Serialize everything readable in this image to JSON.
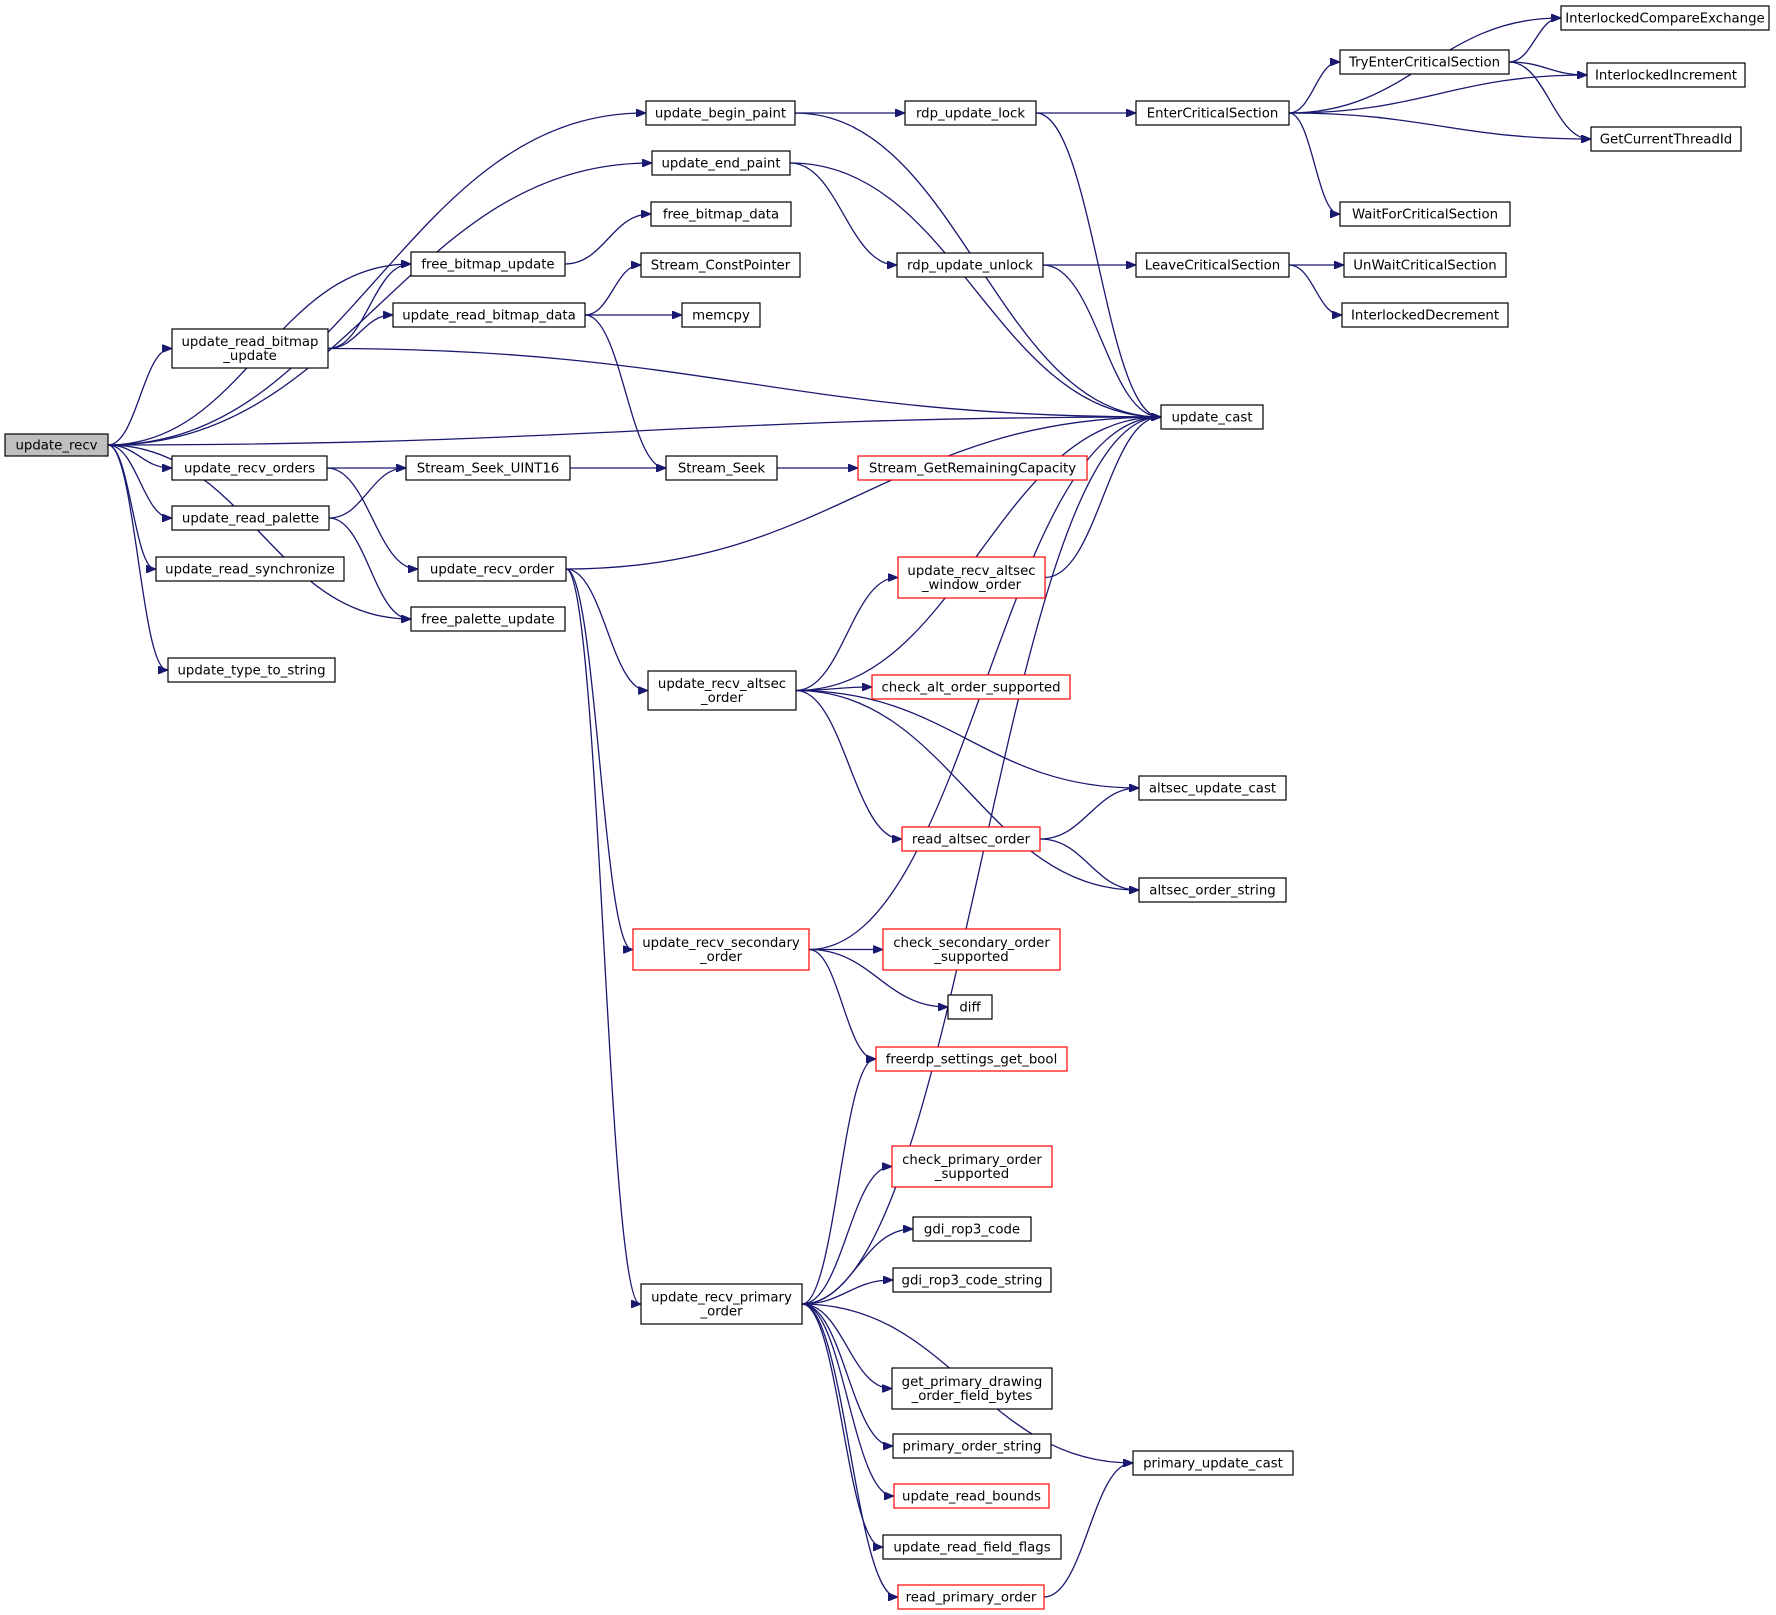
{
  "nodes": [
    {
      "id": "update_recv",
      "lines": [
        "update_recv"
      ],
      "style": "root"
    },
    {
      "id": "update_begin_paint",
      "lines": [
        "update_begin_paint"
      ],
      "style": "normal"
    },
    {
      "id": "update_end_paint",
      "lines": [
        "update_end_paint"
      ],
      "style": "normal"
    },
    {
      "id": "free_bitmap_update",
      "lines": [
        "free_bitmap_update"
      ],
      "style": "normal"
    },
    {
      "id": "update_read_bitmap_update",
      "lines": [
        "update_read_bitmap",
        "_update"
      ],
      "style": "normal"
    },
    {
      "id": "update_cast",
      "lines": [
        "update_cast"
      ],
      "style": "normal"
    },
    {
      "id": "update_recv_orders",
      "lines": [
        "update_recv_orders"
      ],
      "style": "normal"
    },
    {
      "id": "update_read_palette",
      "lines": [
        "update_read_palette"
      ],
      "style": "normal"
    },
    {
      "id": "update_read_synchronize",
      "lines": [
        "update_read_synchronize"
      ],
      "style": "normal"
    },
    {
      "id": "free_palette_update",
      "lines": [
        "free_palette_update"
      ],
      "style": "normal"
    },
    {
      "id": "update_type_to_string",
      "lines": [
        "update_type_to_string"
      ],
      "style": "normal"
    },
    {
      "id": "rdp_update_lock",
      "lines": [
        "rdp_update_lock"
      ],
      "style": "normal"
    },
    {
      "id": "EnterCriticalSection",
      "lines": [
        "EnterCriticalSection"
      ],
      "style": "normal"
    },
    {
      "id": "InterlockedCompareExchange",
      "lines": [
        "InterlockedCompareExchange"
      ],
      "style": "normal"
    },
    {
      "id": "TryEnterCriticalSection",
      "lines": [
        "TryEnterCriticalSection"
      ],
      "style": "normal"
    },
    {
      "id": "InterlockedIncrement",
      "lines": [
        "InterlockedIncrement"
      ],
      "style": "normal"
    },
    {
      "id": "GetCurrentThreadId",
      "lines": [
        "GetCurrentThreadId"
      ],
      "style": "normal"
    },
    {
      "id": "WaitForCriticalSection",
      "lines": [
        "WaitForCriticalSection"
      ],
      "style": "normal"
    },
    {
      "id": "free_bitmap_data",
      "lines": [
        "free_bitmap_data"
      ],
      "style": "normal"
    },
    {
      "id": "Stream_ConstPointer",
      "lines": [
        "Stream_ConstPointer"
      ],
      "style": "normal"
    },
    {
      "id": "update_read_bitmap_data",
      "lines": [
        "update_read_bitmap_data"
      ],
      "style": "normal"
    },
    {
      "id": "memcpy",
      "lines": [
        "memcpy"
      ],
      "style": "normal"
    },
    {
      "id": "rdp_update_unlock",
      "lines": [
        "rdp_update_unlock"
      ],
      "style": "normal"
    },
    {
      "id": "LeaveCriticalSection",
      "lines": [
        "LeaveCriticalSection"
      ],
      "style": "normal"
    },
    {
      "id": "UnWaitCriticalSection",
      "lines": [
        "UnWaitCriticalSection"
      ],
      "style": "normal"
    },
    {
      "id": "InterlockedDecrement",
      "lines": [
        "InterlockedDecrement"
      ],
      "style": "normal"
    },
    {
      "id": "Stream_Seek_UINT16",
      "lines": [
        "Stream_Seek_UINT16"
      ],
      "style": "normal"
    },
    {
      "id": "Stream_Seek",
      "lines": [
        "Stream_Seek"
      ],
      "style": "normal"
    },
    {
      "id": "Stream_GetRemainingCapacity",
      "lines": [
        "Stream_GetRemainingCapacity"
      ],
      "style": "red"
    },
    {
      "id": "update_recv_order",
      "lines": [
        "update_recv_order"
      ],
      "style": "normal"
    },
    {
      "id": "update_recv_altsec_window_order",
      "lines": [
        "update_recv_altsec",
        "_window_order"
      ],
      "style": "red"
    },
    {
      "id": "update_recv_altsec_order",
      "lines": [
        "update_recv_altsec",
        "_order"
      ],
      "style": "normal"
    },
    {
      "id": "check_alt_order_supported",
      "lines": [
        "check_alt_order_supported"
      ],
      "style": "red"
    },
    {
      "id": "altsec_update_cast",
      "lines": [
        "altsec_update_cast"
      ],
      "style": "normal"
    },
    {
      "id": "read_altsec_order",
      "lines": [
        "read_altsec_order"
      ],
      "style": "red"
    },
    {
      "id": "altsec_order_string",
      "lines": [
        "altsec_order_string"
      ],
      "style": "normal"
    },
    {
      "id": "update_recv_secondary_order",
      "lines": [
        "update_recv_secondary",
        "_order"
      ],
      "style": "red"
    },
    {
      "id": "check_secondary_order_supported",
      "lines": [
        "check_secondary_order",
        "_supported"
      ],
      "style": "red"
    },
    {
      "id": "diff",
      "lines": [
        "diff"
      ],
      "style": "normal"
    },
    {
      "id": "freerdp_settings_get_bool",
      "lines": [
        "freerdp_settings_get_bool"
      ],
      "style": "red"
    },
    {
      "id": "check_primary_order_supported",
      "lines": [
        "check_primary_order",
        "_supported"
      ],
      "style": "red"
    },
    {
      "id": "gdi_rop3_code",
      "lines": [
        "gdi_rop3_code"
      ],
      "style": "normal"
    },
    {
      "id": "gdi_rop3_code_string",
      "lines": [
        "gdi_rop3_code_string"
      ],
      "style": "normal"
    },
    {
      "id": "update_recv_primary_order",
      "lines": [
        "update_recv_primary",
        "_order"
      ],
      "style": "normal"
    },
    {
      "id": "get_primary_drawing_order_field_bytes",
      "lines": [
        "get_primary_drawing",
        "_order_field_bytes"
      ],
      "style": "normal"
    },
    {
      "id": "primary_order_string",
      "lines": [
        "primary_order_string"
      ],
      "style": "normal"
    },
    {
      "id": "primary_update_cast",
      "lines": [
        "primary_update_cast"
      ],
      "style": "normal"
    },
    {
      "id": "update_read_bounds",
      "lines": [
        "update_read_bounds"
      ],
      "style": "red"
    },
    {
      "id": "update_read_field_flags",
      "lines": [
        "update_read_field_flags"
      ],
      "style": "normal"
    },
    {
      "id": "read_primary_order",
      "lines": [
        "read_primary_order"
      ],
      "style": "red"
    }
  ],
  "edges": [
    [
      "update_recv",
      "update_begin_paint"
    ],
    [
      "update_recv",
      "update_end_paint"
    ],
    [
      "update_recv",
      "free_bitmap_update"
    ],
    [
      "update_recv",
      "update_read_bitmap_update"
    ],
    [
      "update_recv",
      "update_cast"
    ],
    [
      "update_recv",
      "update_recv_orders"
    ],
    [
      "update_recv",
      "update_read_palette"
    ],
    [
      "update_recv",
      "update_read_synchronize"
    ],
    [
      "update_recv",
      "free_palette_update"
    ],
    [
      "update_recv",
      "update_type_to_string"
    ],
    [
      "update_begin_paint",
      "rdp_update_lock"
    ],
    [
      "update_begin_paint",
      "update_cast"
    ],
    [
      "update_end_paint",
      "rdp_update_unlock"
    ],
    [
      "update_end_paint",
      "update_cast"
    ],
    [
      "rdp_update_lock",
      "EnterCriticalSection"
    ],
    [
      "rdp_update_lock",
      "update_cast"
    ],
    [
      "EnterCriticalSection",
      "InterlockedCompareExchange"
    ],
    [
      "EnterCriticalSection",
      "TryEnterCriticalSection"
    ],
    [
      "EnterCriticalSection",
      "InterlockedIncrement"
    ],
    [
      "EnterCriticalSection",
      "GetCurrentThreadId"
    ],
    [
      "EnterCriticalSection",
      "WaitForCriticalSection"
    ],
    [
      "TryEnterCriticalSection",
      "InterlockedCompareExchange"
    ],
    [
      "TryEnterCriticalSection",
      "InterlockedIncrement"
    ],
    [
      "TryEnterCriticalSection",
      "GetCurrentThreadId"
    ],
    [
      "rdp_update_unlock",
      "LeaveCriticalSection"
    ],
    [
      "rdp_update_unlock",
      "update_cast"
    ],
    [
      "LeaveCriticalSection",
      "UnWaitCriticalSection"
    ],
    [
      "LeaveCriticalSection",
      "InterlockedDecrement"
    ],
    [
      "free_bitmap_update",
      "free_bitmap_data"
    ],
    [
      "update_read_bitmap_update",
      "free_bitmap_update"
    ],
    [
      "update_read_bitmap_update",
      "update_read_bitmap_data"
    ],
    [
      "update_read_bitmap_update",
      "update_cast"
    ],
    [
      "update_read_bitmap_data",
      "Stream_ConstPointer"
    ],
    [
      "update_read_bitmap_data",
      "memcpy"
    ],
    [
      "update_read_bitmap_data",
      "Stream_Seek"
    ],
    [
      "update_recv_orders",
      "Stream_Seek_UINT16"
    ],
    [
      "update_recv_orders",
      "update_recv_order"
    ],
    [
      "update_read_palette",
      "Stream_Seek_UINT16"
    ],
    [
      "update_read_palette",
      "free_palette_update"
    ],
    [
      "Stream_Seek_UINT16",
      "Stream_Seek"
    ],
    [
      "Stream_Seek",
      "Stream_GetRemainingCapacity"
    ],
    [
      "update_recv_order",
      "update_cast"
    ],
    [
      "update_recv_order",
      "update_recv_altsec_order"
    ],
    [
      "update_recv_order",
      "update_recv_secondary_order"
    ],
    [
      "update_recv_order",
      "update_recv_primary_order"
    ],
    [
      "update_recv_altsec_order",
      "update_recv_altsec_window_order"
    ],
    [
      "update_recv_altsec_order",
      "update_cast"
    ],
    [
      "update_recv_altsec_order",
      "check_alt_order_supported"
    ],
    [
      "update_recv_altsec_order",
      "altsec_update_cast"
    ],
    [
      "update_recv_altsec_order",
      "read_altsec_order"
    ],
    [
      "update_recv_altsec_order",
      "altsec_order_string"
    ],
    [
      "update_recv_altsec_window_order",
      "update_cast"
    ],
    [
      "read_altsec_order",
      "altsec_update_cast"
    ],
    [
      "read_altsec_order",
      "altsec_order_string"
    ],
    [
      "update_recv_secondary_order",
      "update_cast"
    ],
    [
      "update_recv_secondary_order",
      "check_secondary_order_supported"
    ],
    [
      "update_recv_secondary_order",
      "diff"
    ],
    [
      "update_recv_secondary_order",
      "freerdp_settings_get_bool"
    ],
    [
      "update_recv_primary_order",
      "freerdp_settings_get_bool"
    ],
    [
      "update_recv_primary_order",
      "update_cast"
    ],
    [
      "update_recv_primary_order",
      "check_primary_order_supported"
    ],
    [
      "update_recv_primary_order",
      "gdi_rop3_code"
    ],
    [
      "update_recv_primary_order",
      "gdi_rop3_code_string"
    ],
    [
      "update_recv_primary_order",
      "primary_update_cast"
    ],
    [
      "update_recv_primary_order",
      "get_primary_drawing_order_field_bytes"
    ],
    [
      "update_recv_primary_order",
      "primary_order_string"
    ],
    [
      "update_recv_primary_order",
      "update_read_bounds"
    ],
    [
      "update_recv_primary_order",
      "update_read_field_flags"
    ],
    [
      "update_recv_primary_order",
      "read_primary_order"
    ],
    [
      "read_primary_order",
      "primary_update_cast"
    ]
  ],
  "colors": {
    "edge": "#191970",
    "node_border": "#000000",
    "truncated_border": "#ff0000",
    "root_fill": "#bfbfbf",
    "background": "#ffffff"
  }
}
